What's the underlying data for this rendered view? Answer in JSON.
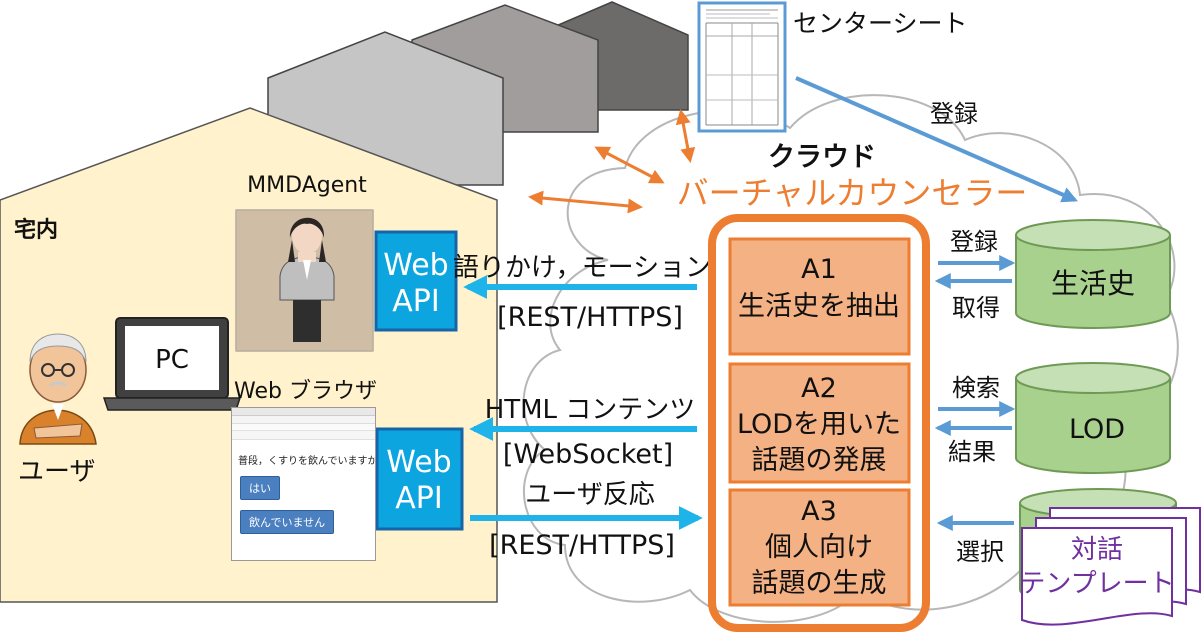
{
  "home": {
    "label": "宅内"
  },
  "mmd": {
    "title": "MMDAgent"
  },
  "pc": {
    "label": "PC"
  },
  "user": {
    "label": "ユーザ"
  },
  "browser": {
    "title": "Web ブラウザ",
    "question": "普段，くすりを飲んでいますか？",
    "button_yes": "はい",
    "button_no": "飲んでいません"
  },
  "web_api": {
    "line1": "Web",
    "line2": "API"
  },
  "center_sheet": {
    "label": "センターシート"
  },
  "cloud": {
    "title": "クラウド",
    "subtitle": "バーチャルカウンセラー"
  },
  "arrows": {
    "speak_label": "語りかけ，モーション",
    "speak_protocol": "[REST/HTTPS]",
    "html_label": "HTML コンテンツ",
    "html_protocol": "[WebSocket]",
    "reaction_label": "ユーザ反応",
    "reaction_protocol": "[REST/HTTPS]",
    "register_top": "登録"
  },
  "modules": [
    {
      "id": "A1",
      "line1": "生活史を抽出",
      "line2": ""
    },
    {
      "id": "A2",
      "line1": "LODを用いた",
      "line2": "話題の発展"
    },
    {
      "id": "A3",
      "line1": "個人向け",
      "line2": "話題の生成"
    }
  ],
  "stores": [
    {
      "name": "生活史",
      "in_label": "登録",
      "out_label": "取得"
    },
    {
      "name": "LOD",
      "in_label": "検索",
      "out_label": "結果"
    }
  ],
  "templates": {
    "line1": "対話",
    "line2": "テンプレート",
    "label": "選択"
  },
  "colors": {
    "house_fill": "#fff2cc",
    "orange": "#ed7d31",
    "module_fill": "#f4b183",
    "webapi_fill": "#0ca5e0",
    "db_fill": "#a9d18e",
    "arrow_blue": "#1eb4ea",
    "arrow_lightblue": "#5b9bd5",
    "template_border": "#7030a0"
  }
}
